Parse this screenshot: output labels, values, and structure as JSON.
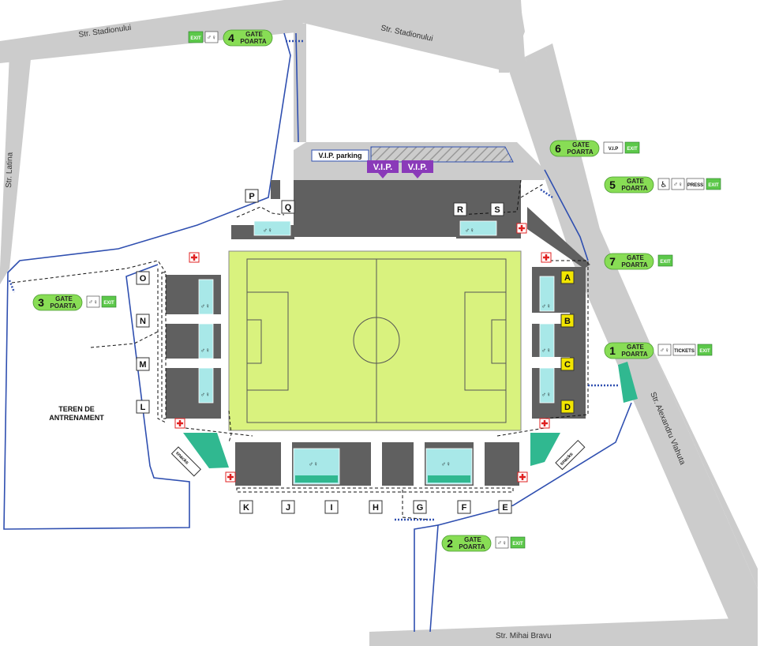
{
  "roads": {
    "stadionului_left": "Str. Stadionului",
    "stadionului_right": "Str. Stadionului",
    "latina": "Str. Latina",
    "vlahuta": "Str. Alexandru Vlahuta",
    "bravu": "Str. Mihai Bravu"
  },
  "training_ground": {
    "line1": "TEREN DE",
    "line2": "ANTRENAMENT"
  },
  "vip_parking": "V.I.P. parking",
  "vip_marker": "V.I.P.",
  "gate_word1": "GATE",
  "gate_word2": "POARTA",
  "gates": [
    {
      "num": "4",
      "tags": [
        "EXIT",
        "WC"
      ]
    },
    {
      "num": "6",
      "tags": [
        "V.I.P",
        "EXIT"
      ]
    },
    {
      "num": "5",
      "tags": [
        "ACCESS",
        "WC",
        "PRESS",
        "EXIT"
      ]
    },
    {
      "num": "7",
      "tags": [
        "EXIT"
      ]
    },
    {
      "num": "1",
      "tags": [
        "WC",
        "TICKETS",
        "EXIT"
      ]
    },
    {
      "num": "3",
      "tags": [
        "WC",
        "EXIT"
      ]
    },
    {
      "num": "2",
      "tags": [
        "WC",
        "EXIT"
      ]
    }
  ],
  "tag_text": {
    "exit": "EXIT",
    "vip": "V.I.P",
    "press": "PRESS",
    "tickets": "TICKETS"
  },
  "sectors_east": [
    "A",
    "B",
    "C",
    "D"
  ],
  "sectors_north": [
    "P",
    "Q",
    "R",
    "S"
  ],
  "sectors_west": [
    "O",
    "N",
    "M",
    "L"
  ],
  "sectors_south": [
    "K",
    "J",
    "I",
    "H",
    "G",
    "F",
    "E"
  ],
  "snacks": "snacks",
  "colors": {
    "road": "#cccccc",
    "boundary": "#2f4fb0",
    "stand": "#606060",
    "pitch": "#d9f27e",
    "gate_green": "#88dd55",
    "sector_yellow": "#f2e600",
    "vip_purple": "#8a3ab9",
    "cyan": "#a8e8e8",
    "teal": "#30b890",
    "medical": "#e02020"
  }
}
